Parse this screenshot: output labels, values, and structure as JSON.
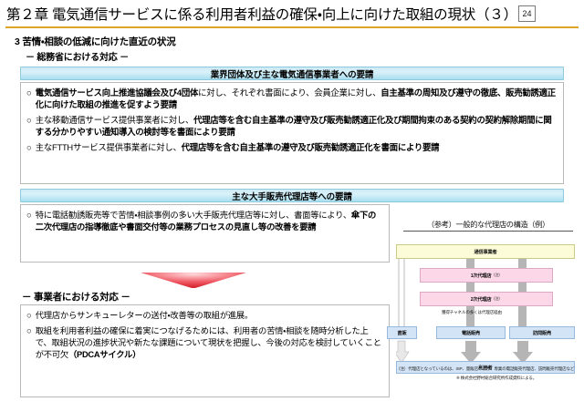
{
  "slide": {
    "title": "第２章 電気通信サービスに係る利用者利益の確保・向上に向けた取組の現状（３）",
    "page_number": "24",
    "section_number_heading": "3  苦情・相談の低減に向けた直近の状況",
    "subsection_heading": "－  総務省における対応  －",
    "provider_heading": "－  事業者における対応  －"
  },
  "accent_colors": {
    "title_rule": "#E0A526",
    "bar_fill": "#cdeaf5",
    "bar_border": "#8fc9dd",
    "red_arrow": "#E8323C",
    "box_border": "#b9b9b9"
  },
  "sections": {
    "industry": {
      "bar_label": "業界団体及び主な電気通信事業者への要請",
      "bullets": [
        {
          "mark": "○",
          "parts": [
            {
              "text": "電気通信サービス向上推進協議会及び4団体",
              "bold": true
            },
            {
              "text": "に対し、それぞれ書面により、会員企業に対し、",
              "bold": false
            },
            {
              "text": "自主基準の周知及び遵守の徹底、販売勧誘適正化に向けた取組の推進を促すよう要請",
              "bold": true
            }
          ]
        },
        {
          "mark": "○",
          "parts": [
            {
              "text": "主な移動通信サービス提供事業者に対し、",
              "bold": false
            },
            {
              "text": "代理店等を含む自主基準の遵守及び販売勧誘適正化及び期間拘束のある契約の契約解除期間に関する分かりやすい通知導入の検討等を書面により要請",
              "bold": true
            }
          ]
        },
        {
          "mark": "○",
          "parts": [
            {
              "text": "主なFTTHサービス提供事業者に対し、",
              "bold": false
            },
            {
              "text": "代理店等を含む自主基準の遵守及び販売勧誘適正化を書面により要請",
              "bold": true
            }
          ]
        }
      ]
    },
    "major_agents": {
      "bar_label": "主な大手販売代理店等への要請",
      "bullets": [
        {
          "mark": "○",
          "parts": [
            {
              "text": "特に電話勧誘販売等で苦情・相談事例の多い大手販売代理店等に対し、書面等により、",
              "bold": false
            },
            {
              "text": "傘下の二次代理店の指導徹底や書面交付等の業務プロセスの見直し等の改善を要請",
              "bold": true
            }
          ]
        }
      ]
    },
    "provider_actions": {
      "bullets": [
        {
          "mark": "○",
          "parts": [
            {
              "text": "代理店からサンキューレターの送付・改善等の取組が進展。",
              "bold": false
            }
          ]
        },
        {
          "mark": "○",
          "parts": [
            {
              "text": "取組を利用者利益の確保に着実につなげるためには、利用者の苦情・相談を随時分析した上で、取組状況の進捗状況や新たな課題について現状を把握し、今後の対応を検討していくことが不可欠",
              "bold": false
            },
            {
              "text": "（PDCAサイクル）",
              "bold": true
            }
          ]
        }
      ]
    }
  },
  "diagram": {
    "title": "（参考）一般的な代理店の構造（例）",
    "nodes": {
      "carrier": "通信事業者",
      "agent1": "1次代理店",
      "agent1_note": "（注）",
      "agent2": "2次代理店",
      "agent2_note": "（注）",
      "channel_note": "獲得チャネルの多くは代理店経由",
      "direct": "直販",
      "phone": "電話販売",
      "visit": "訪問販売",
      "user": "利用者"
    },
    "footnotes": [
      "（注）代理店となっているのは、ISP、量販店のほか、専業の電話販売代理店、訪問販売代理店など",
      "※ 株式会社野村総合研究所作成資料による。"
    ]
  }
}
